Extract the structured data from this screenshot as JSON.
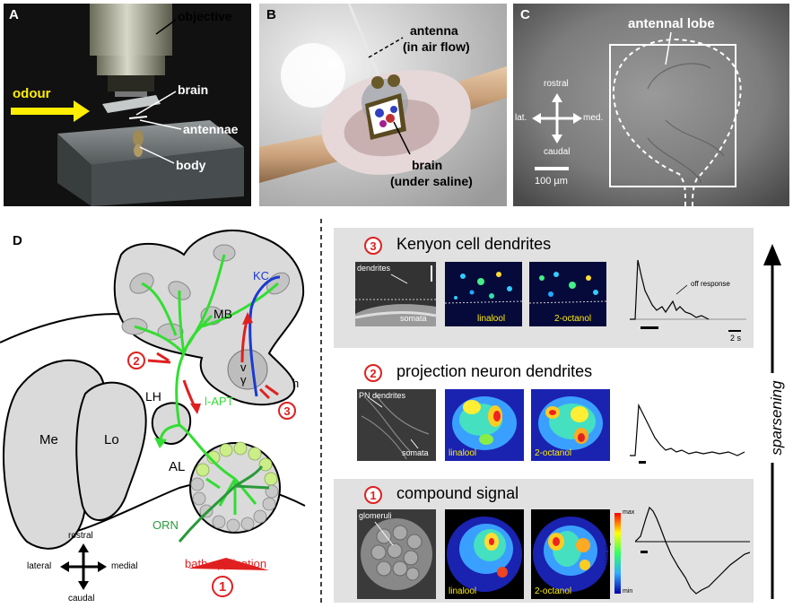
{
  "panels": {
    "A": {
      "label": "A",
      "objective": "objective",
      "odour": "odour",
      "brain": "brain",
      "antennae": "antennae",
      "body": "body"
    },
    "B": {
      "label": "B",
      "antenna_line1": "antenna",
      "antenna_line2": "(in air flow)",
      "brain_line1": "brain",
      "brain_line2": "(under saline)"
    },
    "C": {
      "label": "C",
      "antennal_lobe": "antennal lobe",
      "rostral": "rostral",
      "caudal": "caudal",
      "lat": "lat.",
      "med": "med.",
      "scale": "100 µm"
    },
    "D": {
      "label": "D",
      "KC": "KC",
      "MB": "MB",
      "v": "v",
      "gamma": "γ",
      "h": "h",
      "LH": "LH",
      "lAPT": "l-APT",
      "Me": "Me",
      "Lo": "Lo",
      "AL": "AL",
      "ORN": "ORN",
      "rostral": "rostral",
      "caudal": "caudal",
      "lateral": "lateral",
      "medial": "medial",
      "bath": "bath application",
      "n1": "1",
      "n2": "2",
      "n3": "3"
    }
  },
  "rows": [
    {
      "num": "3",
      "title": "Kenyon cell dendrites",
      "img1_label_a": "dendrites",
      "img1_label_b": "somata",
      "odor1": "linalool",
      "odor2": "2-octanol",
      "annotation": "off response",
      "scale": "2 s"
    },
    {
      "num": "2",
      "title": "projection neuron dendrites",
      "img1_label_a": "PN dendrites",
      "img1_label_b": "somata",
      "odor1": "linalool",
      "odor2": "2-octanol"
    },
    {
      "num": "1",
      "title": "compound signal",
      "img1_label_a": "glomeruli",
      "odor1": "linalool",
      "odor2": "2-octanol",
      "colorbar_max": "max",
      "colorbar_min": "min",
      "colorbar_label": "calcium signal"
    }
  ],
  "side_label": "sparsening",
  "colors": {
    "red": "#e02020",
    "green": "#33dd33",
    "dark_green": "#2a9a3a",
    "blue": "#1a3ad0",
    "yellow": "#ffee00"
  }
}
